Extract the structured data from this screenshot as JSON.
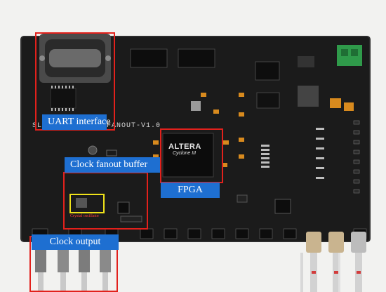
{
  "photo": {
    "callouts": {
      "uart": "UART interface",
      "clock_fanout": "Clock fanout buffer",
      "fpga": "FPGA",
      "clock_output": "Clock output",
      "crystal": "Crystal oscillator"
    },
    "silkscreen": {
      "left": "SLI",
      "right": "FANOUT-V1.0"
    },
    "fpga_chip": {
      "brand": "ALTERA",
      "family": "Cyclone III"
    },
    "colors": {
      "pcb": "#1b1b1b",
      "highlight_box": "#e2211c",
      "crystal_box": "#f0e21a",
      "callout_bg": "#1e6fd1",
      "background": "#f2f2f0"
    }
  }
}
